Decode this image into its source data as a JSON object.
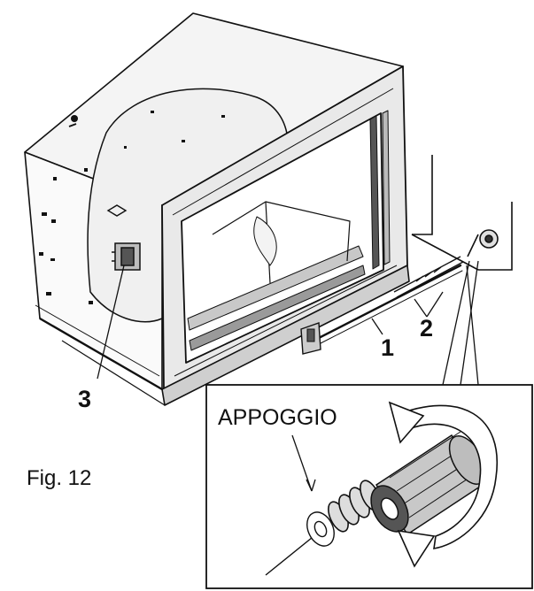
{
  "callouts": {
    "one": "1",
    "two": "2",
    "three": "3"
  },
  "detail": {
    "label": "APPOGGIO"
  },
  "caption": "Fig. 12",
  "colors": {
    "ink": "#111111",
    "paper": "#ffffff",
    "shade": "#9a9a9a"
  }
}
